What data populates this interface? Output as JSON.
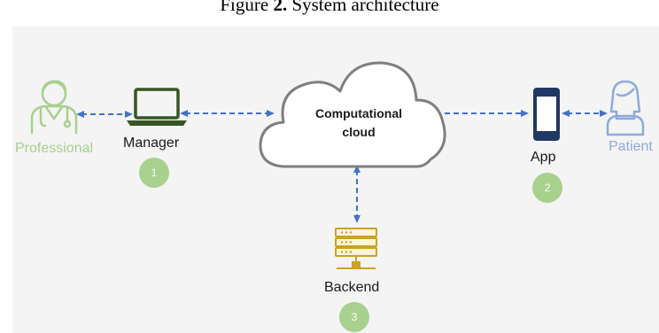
{
  "caption": {
    "prefix": "Figure ",
    "number": "2.",
    "text": " System architecture"
  },
  "nodes": {
    "professional": {
      "label": "Professional",
      "color": "#a8d08d",
      "icon": "doctor-icon"
    },
    "manager": {
      "label": "Manager",
      "icon": "laptop-icon",
      "badge": "1"
    },
    "cloud": {
      "line1": "Computational",
      "line2": "cloud",
      "icon": "cloud-icon"
    },
    "app": {
      "label": "App",
      "icon": "smartphone-icon",
      "badge": "2"
    },
    "patient": {
      "label": "Patient",
      "color": "#8eaadb",
      "icon": "patient-icon"
    },
    "backend": {
      "label": "Backend",
      "icon": "server-icon",
      "badge": "3"
    }
  },
  "colors": {
    "connector": "#4472c4",
    "badge": "#a9d18e",
    "laptop": "#375623",
    "phone": "#203864",
    "server": "#c9a227"
  }
}
